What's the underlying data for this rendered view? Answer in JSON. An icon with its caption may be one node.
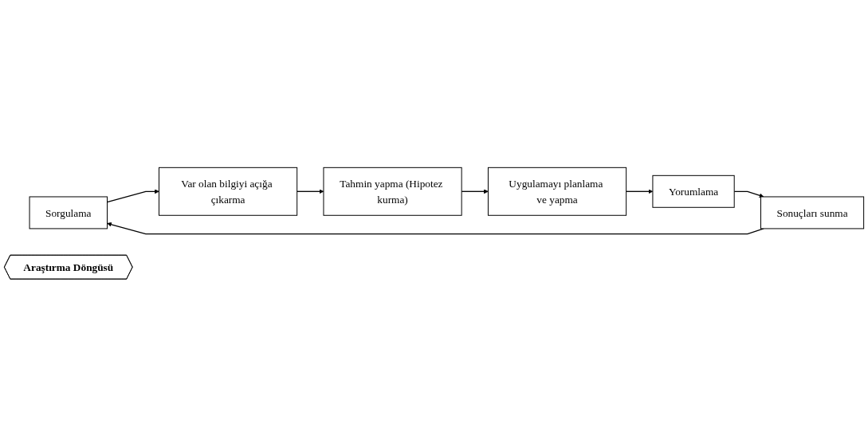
{
  "diagram": {
    "nodes": [
      {
        "text": [
          "Sorgulama"
        ]
      },
      {
        "text": [
          "Var olan bilgiyi açığa çıkarma"
        ]
      },
      {
        "text": [
          "Tahmin yapma (Hipotez kurma)"
        ]
      },
      {
        "text": [
          "Uygulamayı planlama ve yapma"
        ]
      },
      {
        "text": [
          "Yorumlama"
        ]
      },
      {
        "text": [
          "Sonuçları sunma"
        ]
      },
      {
        "text": [
          "Araştırma Döngüsü"
        ]
      }
    ],
    "edges": [
      {
        "from": 0,
        "to": 1,
        "arrow": "to"
      },
      {
        "from": 1,
        "to": 2,
        "arrow": "to"
      },
      {
        "from": 2,
        "to": 3,
        "arrow": "to"
      },
      {
        "from": 3,
        "to": 4,
        "arrow": "to"
      },
      {
        "from": 4,
        "to": 5,
        "arrow": "to"
      },
      {
        "from": 5,
        "to": 0,
        "arrow": "to"
      }
    ]
  }
}
